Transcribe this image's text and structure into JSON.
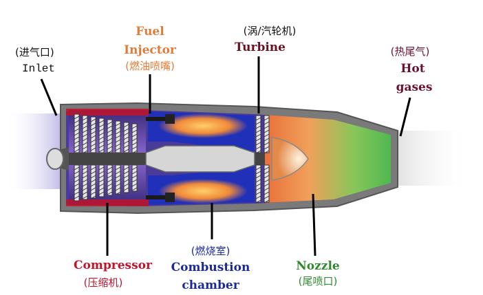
{
  "labels": {
    "inlet": {
      "cn": "(进气口)",
      "en": "Inlet"
    },
    "fuel": {
      "en1": "Fuel",
      "en2": "Injector",
      "cn": "(燃油喷嘴)"
    },
    "turbine": {
      "cn": "(涡/汽轮机)",
      "en": "Turbine"
    },
    "hot": {
      "cn": "(热尾气)",
      "en1": "Hot",
      "en2": "gases"
    },
    "compressor": {
      "en": "Compressor",
      "cn": "(压缩机)"
    },
    "combustion": {
      "cn": "(燃烧室)",
      "en1": "Combustion",
      "en2": "chamber"
    },
    "nozzle": {
      "en": "Nozzle",
      "cn": "(尾喷口)"
    }
  },
  "colors": {
    "fuel": "#e07b39",
    "turbine": "#6b1020",
    "hot": "#6b1030",
    "compressor": "#c0142a",
    "combustion": "#1a2a9a",
    "nozzle": "#2f8a2f",
    "text": "#111111",
    "casing": "#6e6e6e",
    "shaft": "#444444"
  }
}
